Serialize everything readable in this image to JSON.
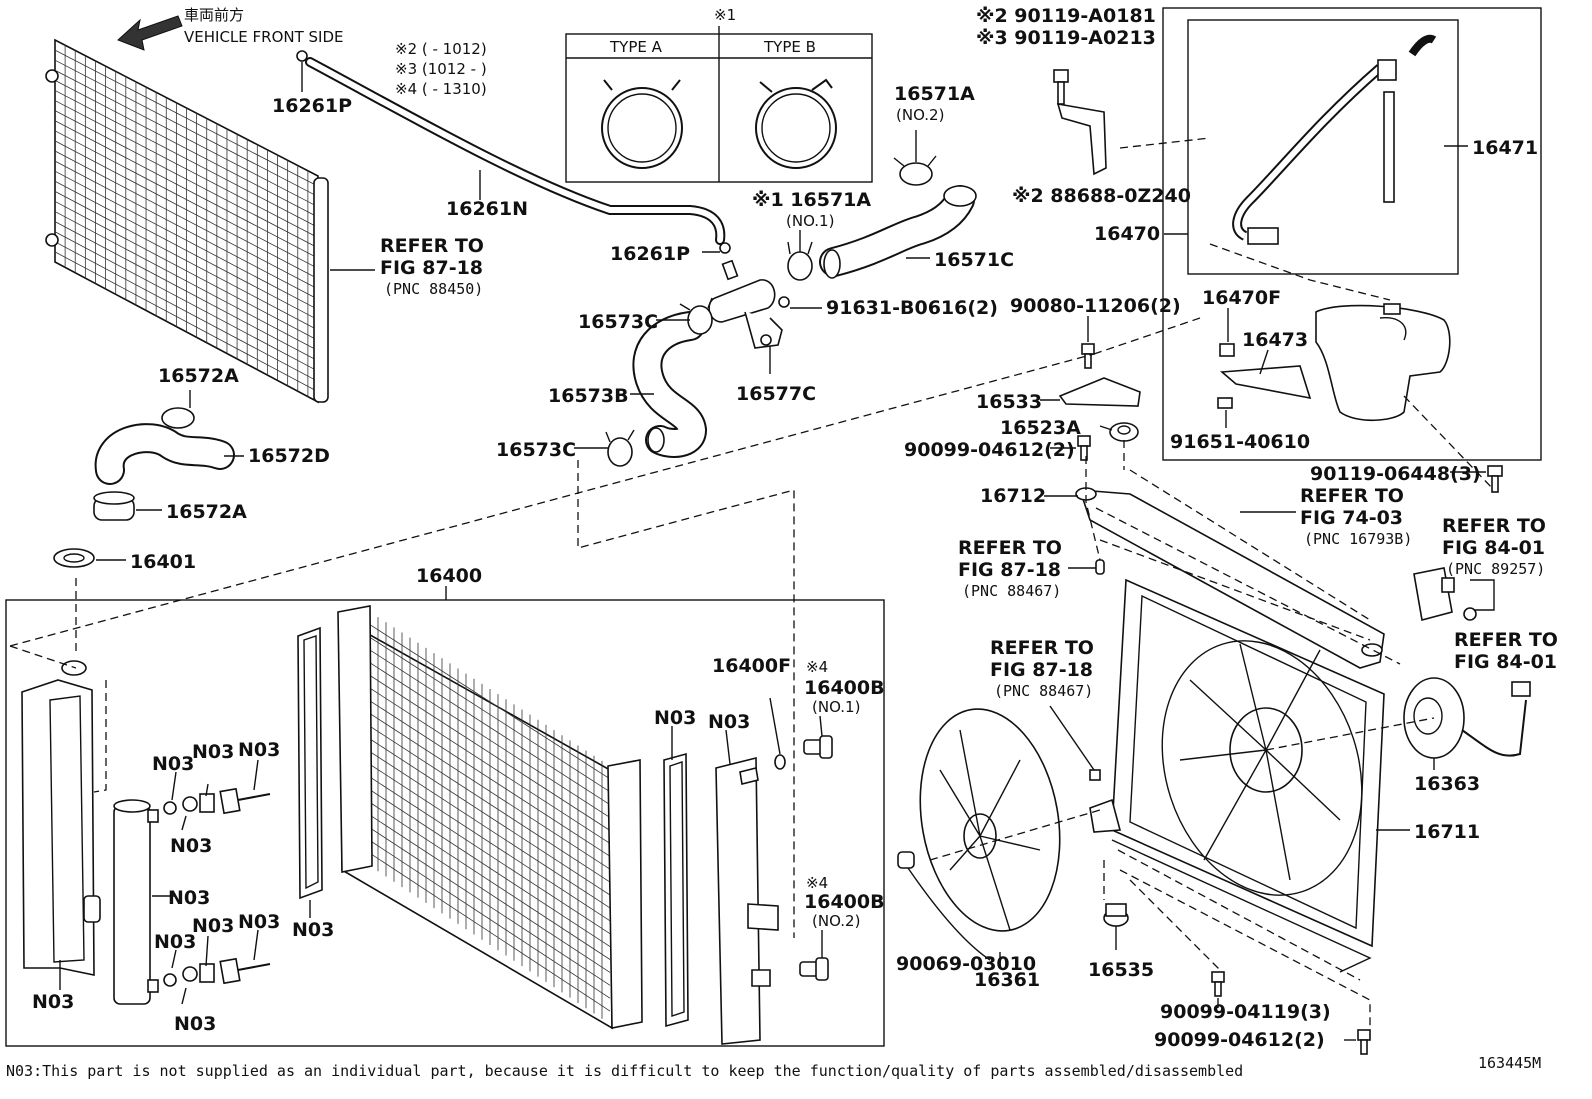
{
  "front_side": {
    "jp": "車両前方",
    "en": "VEHICLE FRONT SIDE"
  },
  "clamp_types": {
    "marker": "※1",
    "type_a": "TYPE A",
    "type_b": "TYPE B"
  },
  "serial_notes": {
    "line1": "※2 (      - 1012)",
    "line2": "※3 (1012 -       )",
    "line3": "※4 (      - 1310)"
  },
  "bolt_notes": {
    "a0181": "※2 90119-A0181",
    "a0213": "※3 90119-A0213",
    "bracket": "※2 88688-0Z240"
  },
  "labels": {
    "p16261P_top": "16261P",
    "p16261N": "16261N",
    "p16261P_mid": "16261P",
    "p16571A_no2": "16571A",
    "no2_a": "(NO.2)",
    "p16571A_no1": "※1 16571A",
    "no1_a": "(NO.1)",
    "p16571C": "16571C",
    "p16573C_top": "16573C",
    "p91631": "91631-B0616(2)",
    "p16573B": "16573B",
    "p16577C": "16577C",
    "p16573C_bot": "16573C",
    "p16572A_top": "16572A",
    "p16572D": "16572D",
    "p16572A_bot": "16572A",
    "p16401": "16401",
    "p16400": "16400",
    "p16471": "16471",
    "p16470": "16470",
    "p16470F": "16470F",
    "p16473": "16473",
    "p91651": "91651-40610",
    "p90080": "90080-11206(2)",
    "p16533": "16533",
    "p16523A": "16523A",
    "p90099_04612_top": "90099-04612(2)",
    "p90119_06448": "90119-06448(3)",
    "p16712": "16712",
    "p16400F": "16400F",
    "mark4_top": "※4",
    "p16400B_top": "16400B",
    "no1_b": "(NO.1)",
    "mark4_bot": "※4",
    "p16400B_bot": "16400B",
    "no2_b": "(NO.2)",
    "p16363": "16363",
    "p16711": "16711",
    "p90069": "90069-03010",
    "p16361": "16361",
    "p16535": "16535",
    "p90099_04119": "90099-04119(3)",
    "p90099_04612_bot": "90099-04612(2)"
  },
  "refs": {
    "r1": {
      "a": "REFER TO",
      "b": "FIG 87-18",
      "c": "(PNC 88450)"
    },
    "r2": {
      "a": "REFER TO",
      "b": "FIG 74-03",
      "c": "(PNC 16793B)"
    },
    "r3": {
      "a": "REFER TO",
      "b": "FIG 84-01",
      "c": "(PNC 89257)"
    },
    "r4": {
      "a": "REFER TO",
      "b": "FIG 87-18",
      "c": "(PNC 88467)"
    },
    "r5": {
      "a": "REFER TO",
      "b": "FIG 87-18",
      "c": "(PNC 88467)"
    },
    "r6": {
      "a": "REFER TO",
      "b": "FIG 84-01"
    }
  },
  "n03": "N03",
  "footnote": "N03:This part is not supplied as an individual part, because it is difficult to keep the function/quality of parts assembled/disassembled",
  "figure_code": "163445M"
}
